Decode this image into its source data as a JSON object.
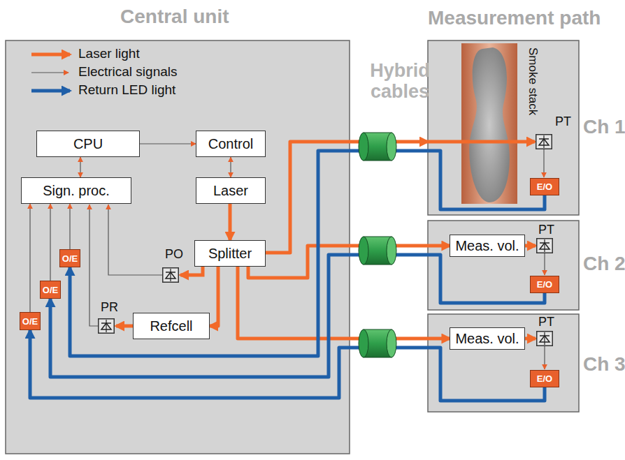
{
  "diagram": {
    "nodes": [
      {
        "text": [
          "Central unit"
        ]
      },
      {
        "text": [
          "CPU"
        ],
        "in": 0
      },
      {
        "text": [
          "Control"
        ],
        "in": 0
      },
      {
        "text": [
          "Sign. proc."
        ],
        "in": 0
      },
      {
        "text": [
          "Laser"
        ],
        "in": 0
      },
      {
        "text": [
          "Splitter"
        ],
        "in": 0
      },
      {
        "text": [
          "Refcell"
        ],
        "in": 0
      },
      {
        "text": [
          "O/E"
        ],
        "in": 0
      },
      {
        "text": [
          "O/E"
        ],
        "in": 0
      },
      {
        "text": [
          "O/E"
        ],
        "in": 0
      },
      {
        "text": [
          "Ch 1"
        ]
      },
      {
        "text": [
          "E/O"
        ],
        "in": 10
      },
      {
        "text": [
          "Ch 2"
        ]
      },
      {
        "text": [
          "Meas. vol."
        ],
        "in": 12
      },
      {
        "text": [
          "E/O"
        ],
        "in": 12
      },
      {
        "text": [
          "Ch 3"
        ]
      },
      {
        "text": [
          "Meas. vol."
        ],
        "in": 15
      },
      {
        "text": [
          "E/O"
        ],
        "in": 15
      }
    ],
    "edges": [
      {
        "from": 1,
        "to": 2,
        "arrow": "to"
      },
      {
        "from": 1,
        "to": 3,
        "arrow": "both"
      },
      {
        "from": 2,
        "to": 4,
        "arrow": "both"
      },
      {
        "from": 4,
        "to": 5,
        "arrow": "to"
      },
      {
        "from": 5,
        "to": 6,
        "arrow": "to"
      },
      {
        "from": 5,
        "to": 10,
        "arrow": "to"
      },
      {
        "from": 5,
        "to": 13,
        "arrow": "to"
      },
      {
        "from": 5,
        "to": 16,
        "arrow": "to"
      },
      {
        "from": 11,
        "to": 7,
        "arrow": "to"
      },
      {
        "from": 14,
        "to": 8,
        "arrow": "to"
      },
      {
        "from": 17,
        "to": 9,
        "arrow": "to"
      },
      {
        "from": 7,
        "to": 3,
        "arrow": "to"
      },
      {
        "from": 8,
        "to": 3,
        "arrow": "to"
      },
      {
        "from": 9,
        "to": 3,
        "arrow": "to"
      }
    ],
    "labels": [
      "Measurement path",
      "Hybrid cables",
      "Smoke stack",
      "PO",
      "PR",
      "PT",
      "PT",
      "PT"
    ],
    "legend": [
      {
        "text": "Laser light"
      },
      {
        "text": "Electrical signals"
      },
      {
        "text": "Return LED light"
      }
    ]
  }
}
